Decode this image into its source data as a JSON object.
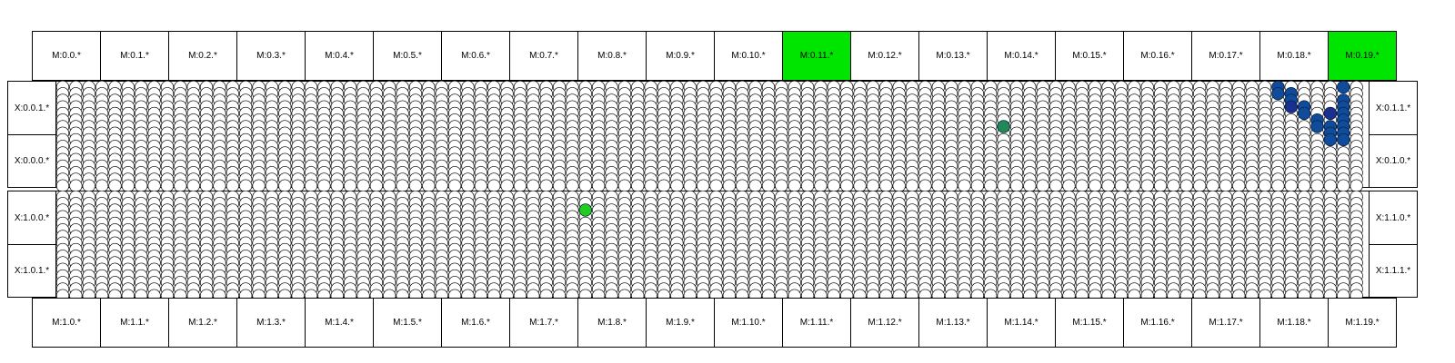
{
  "top_modules": [
    "M:0.0.*",
    "M:0.1.*",
    "M:0.2.*",
    "M:0.3.*",
    "M:0.4.*",
    "M:0.5.*",
    "M:0.6.*",
    "M:0.7.*",
    "M:0.8.*",
    "M:0.9.*",
    "M:0.10.*",
    "M:0.11.*",
    "M:0.12.*",
    "M:0.13.*",
    "M:0.14.*",
    "M:0.15.*",
    "M:0.16.*",
    "M:0.17.*",
    "M:0.18.*",
    "M:0.19.*"
  ],
  "bottom_modules": [
    "M:1.0.*",
    "M:1.1.*",
    "M:1.2.*",
    "M:1.3.*",
    "M:1.4.*",
    "M:1.5.*",
    "M:1.6.*",
    "M:1.7.*",
    "M:1.8.*",
    "M:1.9.*",
    "M:1.10.*",
    "M:1.11.*",
    "M:1.12.*",
    "M:1.13.*",
    "M:1.14.*",
    "M:1.15.*",
    "M:1.16.*",
    "M:1.17.*",
    "M:1.18.*",
    "M:1.19.*"
  ],
  "highlighted_top_modules": [
    11,
    19
  ],
  "highlight_color": "#00e500",
  "panels": [
    {
      "left_labels": [
        "X:0.0.1.*",
        "X:0.0.0.*"
      ],
      "right_labels": [
        "X:0.1.1.*",
        "X:0.1.0.*"
      ]
    },
    {
      "left_labels": [
        "X:1.0.0.*",
        "X:1.0.1.*"
      ],
      "right_labels": [
        "X:1.1.0.*",
        "X:1.1.1.*"
      ]
    }
  ],
  "grid": {
    "columns": 100,
    "rows": 16
  },
  "node_colors": {
    "empty": "#ffffff",
    "active_blue": "#0f4c9c",
    "dark_blue": "#1a2f8f",
    "teal": "#1f8a57",
    "green": "#22cc22"
  },
  "active_nodes": [
    {
      "panel": 0,
      "col": 93,
      "row": 0,
      "color": "active_blue"
    },
    {
      "panel": 0,
      "col": 98,
      "row": 0,
      "color": "active_blue"
    },
    {
      "panel": 0,
      "col": 93,
      "row": 1,
      "color": "active_blue"
    },
    {
      "panel": 0,
      "col": 94,
      "row": 1,
      "color": "active_blue"
    },
    {
      "panel": 0,
      "col": 94,
      "row": 2,
      "color": "active_blue"
    },
    {
      "panel": 0,
      "col": 98,
      "row": 2,
      "color": "active_blue"
    },
    {
      "panel": 0,
      "col": 94,
      "row": 3,
      "color": "dark_blue"
    },
    {
      "panel": 0,
      "col": 95,
      "row": 3,
      "color": "active_blue"
    },
    {
      "panel": 0,
      "col": 98,
      "row": 3,
      "color": "active_blue"
    },
    {
      "panel": 0,
      "col": 95,
      "row": 4,
      "color": "active_blue"
    },
    {
      "panel": 0,
      "col": 97,
      "row": 4,
      "color": "dark_blue"
    },
    {
      "panel": 0,
      "col": 98,
      "row": 4,
      "color": "active_blue"
    },
    {
      "panel": 0,
      "col": 96,
      "row": 5,
      "color": "active_blue"
    },
    {
      "panel": 0,
      "col": 98,
      "row": 5,
      "color": "active_blue"
    },
    {
      "panel": 0,
      "col": 96,
      "row": 6,
      "color": "active_blue"
    },
    {
      "panel": 0,
      "col": 97,
      "row": 6,
      "color": "active_blue"
    },
    {
      "panel": 0,
      "col": 98,
      "row": 6,
      "color": "active_blue"
    },
    {
      "panel": 0,
      "col": 72,
      "row": 6,
      "color": "teal"
    },
    {
      "panel": 0,
      "col": 97,
      "row": 7,
      "color": "active_blue"
    },
    {
      "panel": 0,
      "col": 98,
      "row": 7,
      "color": "active_blue"
    },
    {
      "panel": 0,
      "col": 97,
      "row": 8,
      "color": "active_blue"
    },
    {
      "panel": 0,
      "col": 98,
      "row": 8,
      "color": "active_blue"
    },
    {
      "panel": 1,
      "col": 40,
      "row": 2,
      "color": "green"
    }
  ]
}
